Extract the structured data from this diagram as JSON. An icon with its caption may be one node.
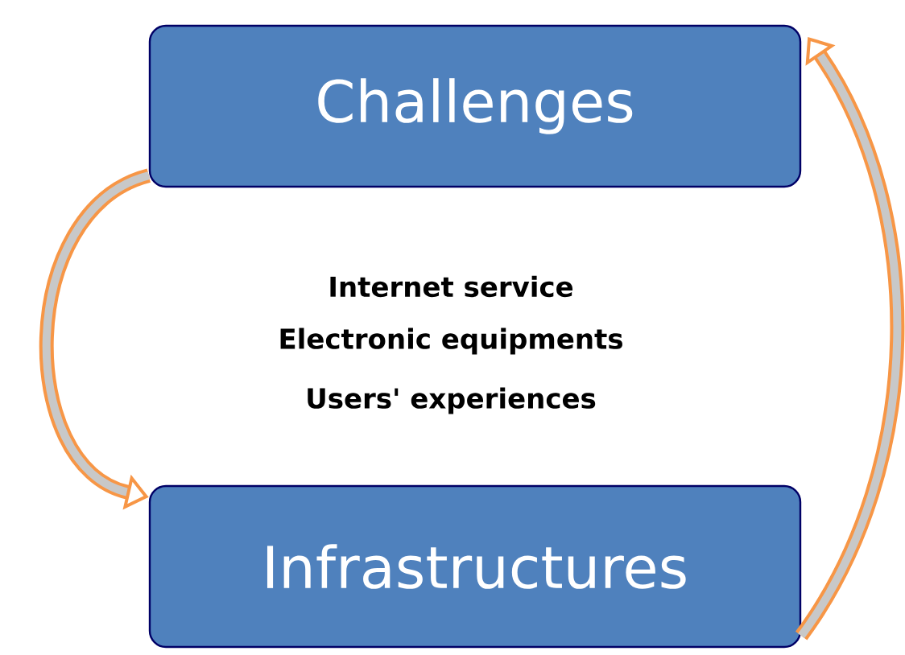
{
  "diagram": {
    "nodes": [
      {
        "text": [
          "Challenges"
        ]
      },
      {
        "text": [
          "Infrastructures"
        ]
      }
    ],
    "edges": [
      {
        "from": 0,
        "to": 1,
        "arrow": "to"
      },
      {
        "from": 1,
        "to": 0,
        "arrow": "to"
      }
    ],
    "labels": [
      "Internet service",
      "Electronic equipments",
      "Users' experiences"
    ]
  }
}
